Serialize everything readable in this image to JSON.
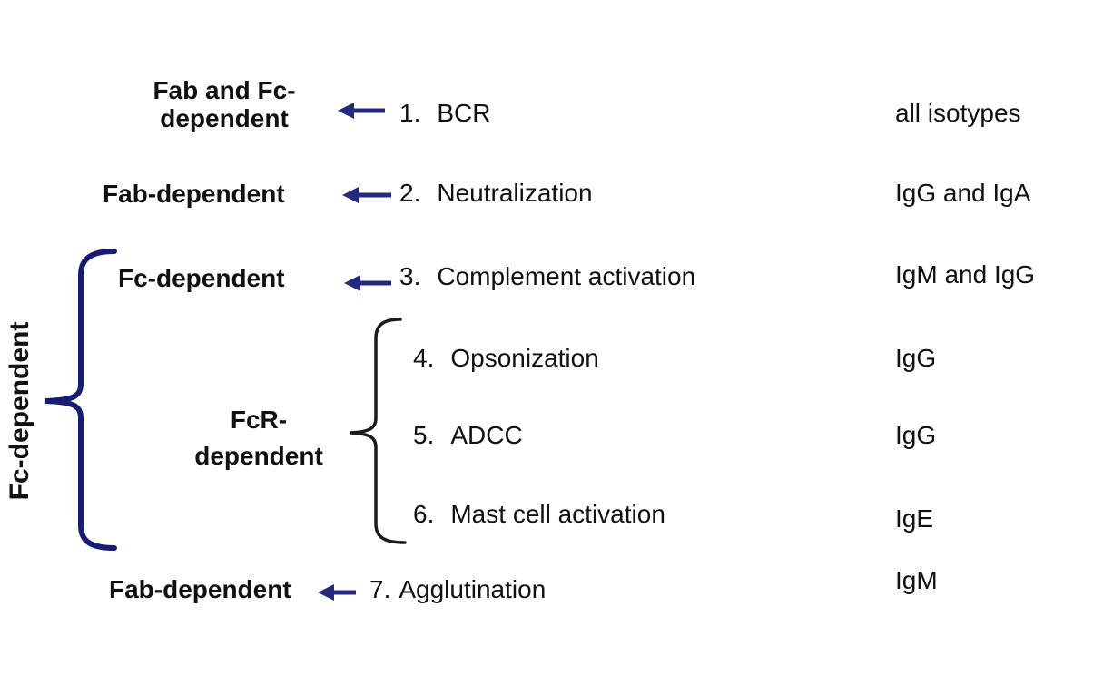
{
  "colors": {
    "brace_navy": "#171d72",
    "arrow_navy": "#22297f",
    "brace_black": "#1b1b1b",
    "text": "#111111"
  },
  "side_label": "Fc-dependent",
  "left_labels": {
    "fab_fc_line1": "Fab and Fc-",
    "fab_fc_line2": "dependent",
    "fab_2": "Fab-dependent",
    "fc_3": "Fc-dependent",
    "fcr_line1": "FcR-",
    "fcr_line2": "dependent",
    "fab_7": "Fab-dependent"
  },
  "items": [
    {
      "num": "1.",
      "name": "BCR",
      "isotype": "all isotypes"
    },
    {
      "num": "2.",
      "name": "Neutralization",
      "isotype": "IgG and IgA"
    },
    {
      "num": "3.",
      "name": "Complement activation",
      "isotype": "IgM and IgG"
    },
    {
      "num": "4.",
      "name": "Opsonization",
      "isotype": "IgG"
    },
    {
      "num": "5.",
      "name": "ADCC",
      "isotype": "IgG"
    },
    {
      "num": "6.",
      "name": "Mast cell activation",
      "isotype": "IgE"
    },
    {
      "num": "7.",
      "name": "Agglutination",
      "isotype": "IgM"
    }
  ]
}
